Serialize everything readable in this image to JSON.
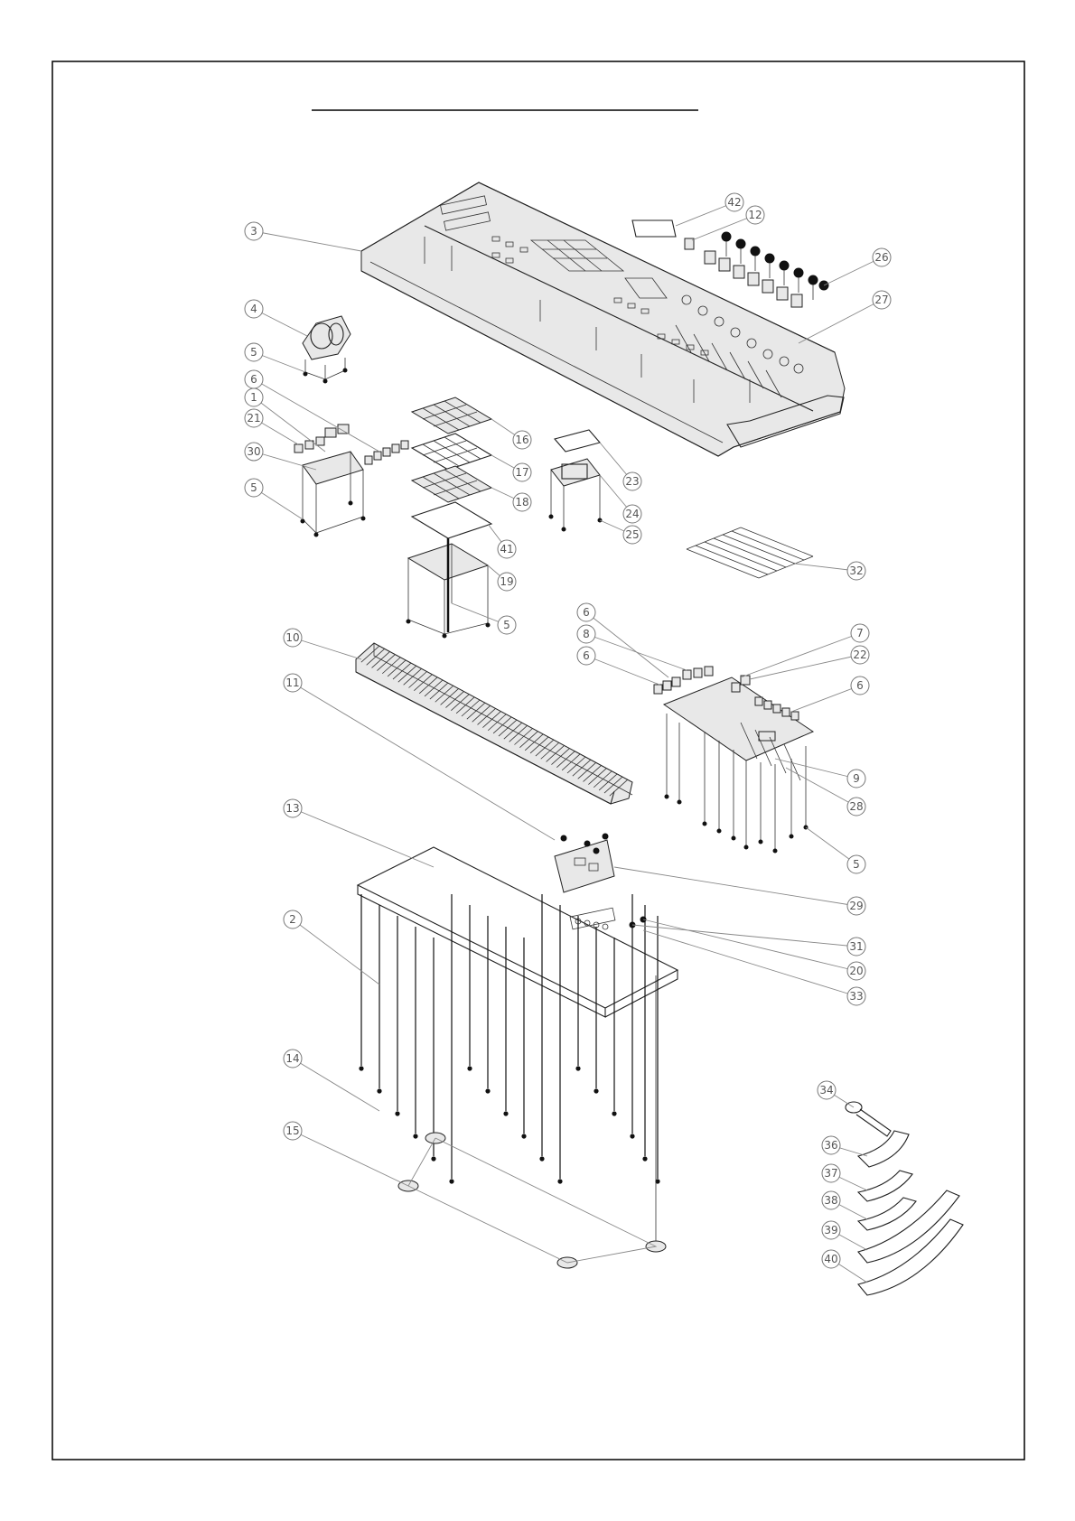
{
  "sheet": {
    "title": "",
    "border_color": "#000000",
    "line_color": "#222222",
    "callout_color": "#777777"
  },
  "callouts": [
    {
      "num": "1"
    },
    {
      "num": "2"
    },
    {
      "num": "3"
    },
    {
      "num": "4"
    },
    {
      "num": "5"
    },
    {
      "num": "5"
    },
    {
      "num": "5"
    },
    {
      "num": "5"
    },
    {
      "num": "6"
    },
    {
      "num": "6"
    },
    {
      "num": "6"
    },
    {
      "num": "6"
    },
    {
      "num": "7"
    },
    {
      "num": "8"
    },
    {
      "num": "9"
    },
    {
      "num": "10"
    },
    {
      "num": "11"
    },
    {
      "num": "12"
    },
    {
      "num": "13"
    },
    {
      "num": "14"
    },
    {
      "num": "15"
    },
    {
      "num": "16"
    },
    {
      "num": "17"
    },
    {
      "num": "18"
    },
    {
      "num": "19"
    },
    {
      "num": "20"
    },
    {
      "num": "21"
    },
    {
      "num": "22"
    },
    {
      "num": "23"
    },
    {
      "num": "24"
    },
    {
      "num": "25"
    },
    {
      "num": "26"
    },
    {
      "num": "27"
    },
    {
      "num": "28"
    },
    {
      "num": "29"
    },
    {
      "num": "30"
    },
    {
      "num": "31"
    },
    {
      "num": "32"
    },
    {
      "num": "33"
    },
    {
      "num": "34"
    },
    {
      "num": "36"
    },
    {
      "num": "37"
    },
    {
      "num": "38"
    },
    {
      "num": "39"
    },
    {
      "num": "40"
    },
    {
      "num": "41"
    },
    {
      "num": "42"
    }
  ]
}
